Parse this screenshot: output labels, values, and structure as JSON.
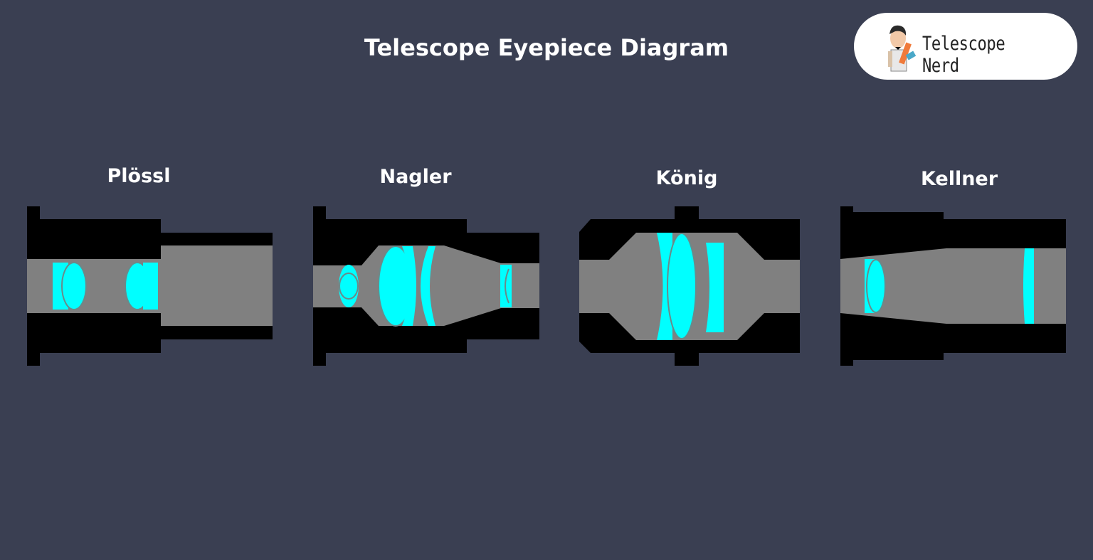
{
  "title": "Telescope Eyepiece Diagram",
  "logo": {
    "text": "Telescope Nerd",
    "icon": "telescope-nerd-mascot-icon"
  },
  "eyepieces": [
    {
      "id": "plossl",
      "label": "Plössl"
    },
    {
      "id": "nagler",
      "label": "Nagler"
    },
    {
      "id": "konig",
      "label": "König"
    },
    {
      "id": "kellner",
      "label": "Kellner"
    }
  ],
  "colors": {
    "background": "#3a3f52",
    "barrel": "#000000",
    "light_path": "#808080",
    "lens": "#00ffff",
    "lens_edge": "#6a8a8a"
  }
}
